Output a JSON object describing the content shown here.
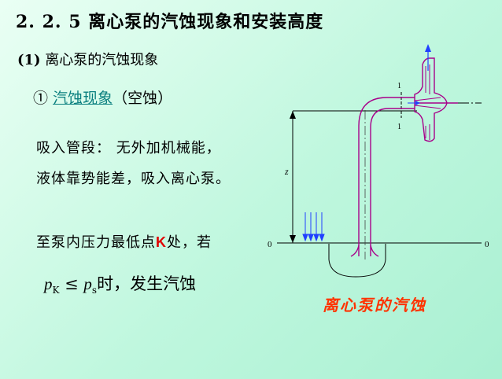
{
  "title": "2. 2. 5 离心泵的汽蚀现象和安装高度",
  "subtitle": {
    "number": "(1)",
    "text": "离心泵的汽蚀现象"
  },
  "item1": {
    "marker": "①",
    "link_text": "汽蚀现象",
    "suffix": "（空蚀）"
  },
  "body": {
    "line1": "吸入管段：  无外加机械能，",
    "line2": "液体靠势能差，吸入离心泵。",
    "line3_before": "至泵内压力最低点",
    "line3_k": "K",
    "line3_after": "处，若"
  },
  "formula": {
    "p1": "p",
    "sub1": "K",
    "op": " ≤ ",
    "p2": "p",
    "sub2": "s",
    "tail": "时，发生汽蚀"
  },
  "diagram": {
    "label_1_top": "1",
    "label_1_bottom": "1",
    "label_z": "z",
    "label_0_left": "0",
    "label_0_right": "0",
    "caption": "离心泵的汽蚀"
  },
  "colors": {
    "link": "#0a7f7f",
    "accent_red": "#e00000",
    "caption": "#ff3300",
    "pipe": "#a8008a",
    "arrow_blue": "#2040ff"
  }
}
